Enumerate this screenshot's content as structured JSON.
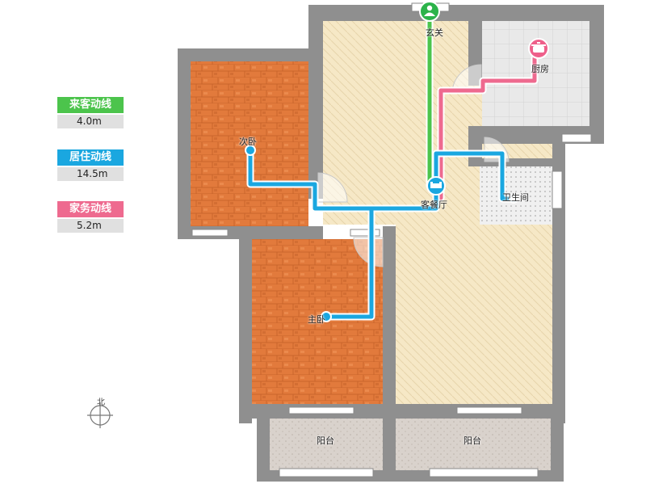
{
  "legend": [
    {
      "label": "来客动线",
      "value": "4.0m",
      "color": "#4cc44c"
    },
    {
      "label": "居住动线",
      "value": "14.5m",
      "color": "#1aa7e0"
    },
    {
      "label": "家务动线",
      "value": "5.2m",
      "color": "#ee6a8f"
    }
  ],
  "rooms": {
    "entrance": "玄关",
    "kitchen": "厨房",
    "second_bedroom": "次卧",
    "living_dining": "客餐厅",
    "bathroom": "卫生间",
    "master_bedroom": "主卧",
    "balcony_left": "阳台",
    "balcony_right": "阳台"
  },
  "compass": {
    "north": "北"
  },
  "colors": {
    "wall": "#8f8f8f",
    "wood_floor": "#e27a3c",
    "tile_floor": "#f6e8c6",
    "kitchen_floor": "#e9e9e9",
    "balcony_floor": "#d9d2cc"
  },
  "icons": {
    "entrance": "person-icon",
    "kitchen": "pot-icon",
    "living_dining": "sofa-icon",
    "bathroom": "toilet-icon"
  }
}
